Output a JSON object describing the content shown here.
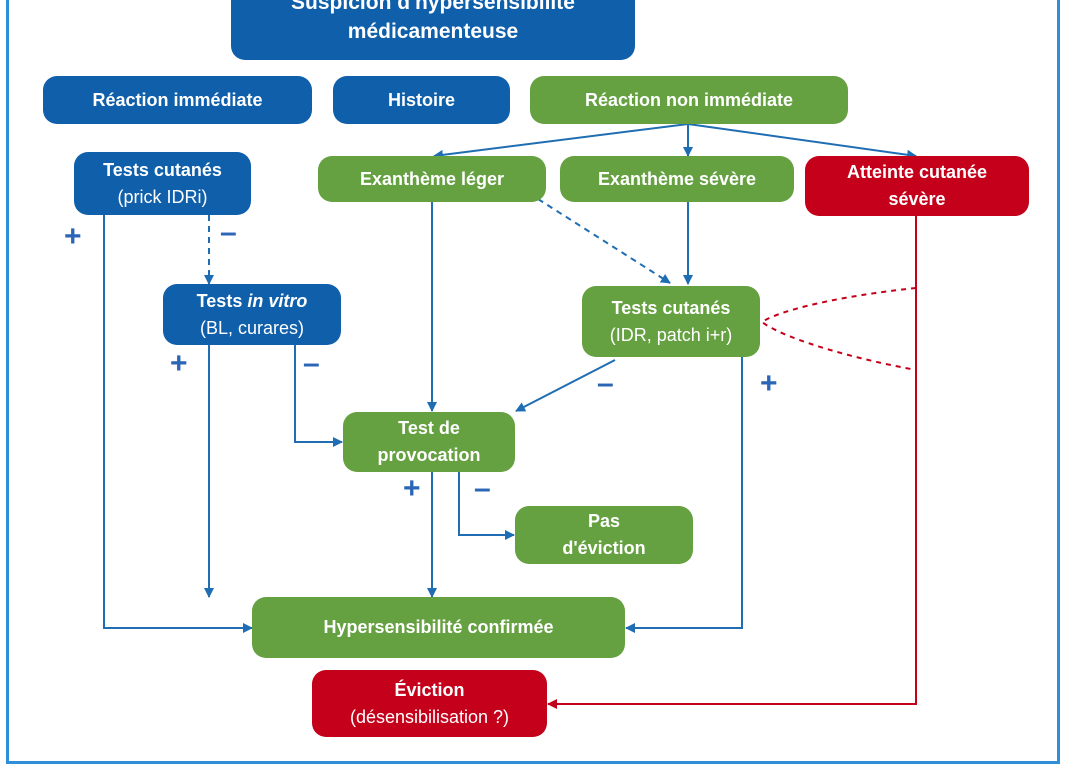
{
  "nodes": {
    "top": {
      "line1": "Suspicion d'hypersensibilité",
      "line2": "médicamenteuse"
    },
    "reaction_immediate": "Réaction immédiate",
    "histoire": "Histoire",
    "reaction_non_immediate": "Réaction non immédiate",
    "tests_cutanes_prick": {
      "line1": "Tests cutanés",
      "line2": "(prick IDRi)"
    },
    "exantheme_leger": "Exanthème léger",
    "exantheme_severe": "Exanthème sévère",
    "atteinte_cutanee": {
      "line1": "Atteinte cutanée",
      "line2": "sévère"
    },
    "tests_in_vitro": {
      "prefix": "Tests ",
      "italic": "in vitro",
      "line2": "(BL, curares)"
    },
    "tests_cutanes_idr": {
      "line1": "Tests cutanés",
      "line2": "(IDR, patch i+r)"
    },
    "test_provocation": {
      "line1": "Test de",
      "line2": "provocation"
    },
    "pas_eviction": {
      "line1": "Pas",
      "line2": "d'éviction"
    },
    "hypersensibilite_confirmee": "Hypersensibilité confirmée",
    "eviction": {
      "line1": "Éviction",
      "line2": "(désensibilisation ?)"
    }
  },
  "signs": {
    "prick_plus": "+",
    "prick_minus": "–",
    "vitro_plus": "+",
    "vitro_minus": "–",
    "idr_minus": "–",
    "idr_plus": "+",
    "provo_plus": "+",
    "provo_minus": "–"
  },
  "colors": {
    "immediate": "#0f5faa",
    "non_immediate": "#66a141",
    "severe": "#c4001a",
    "frame": "#2f8fd8",
    "arrow_blue": "#1f6db3",
    "arrow_red": "#c4001a"
  }
}
